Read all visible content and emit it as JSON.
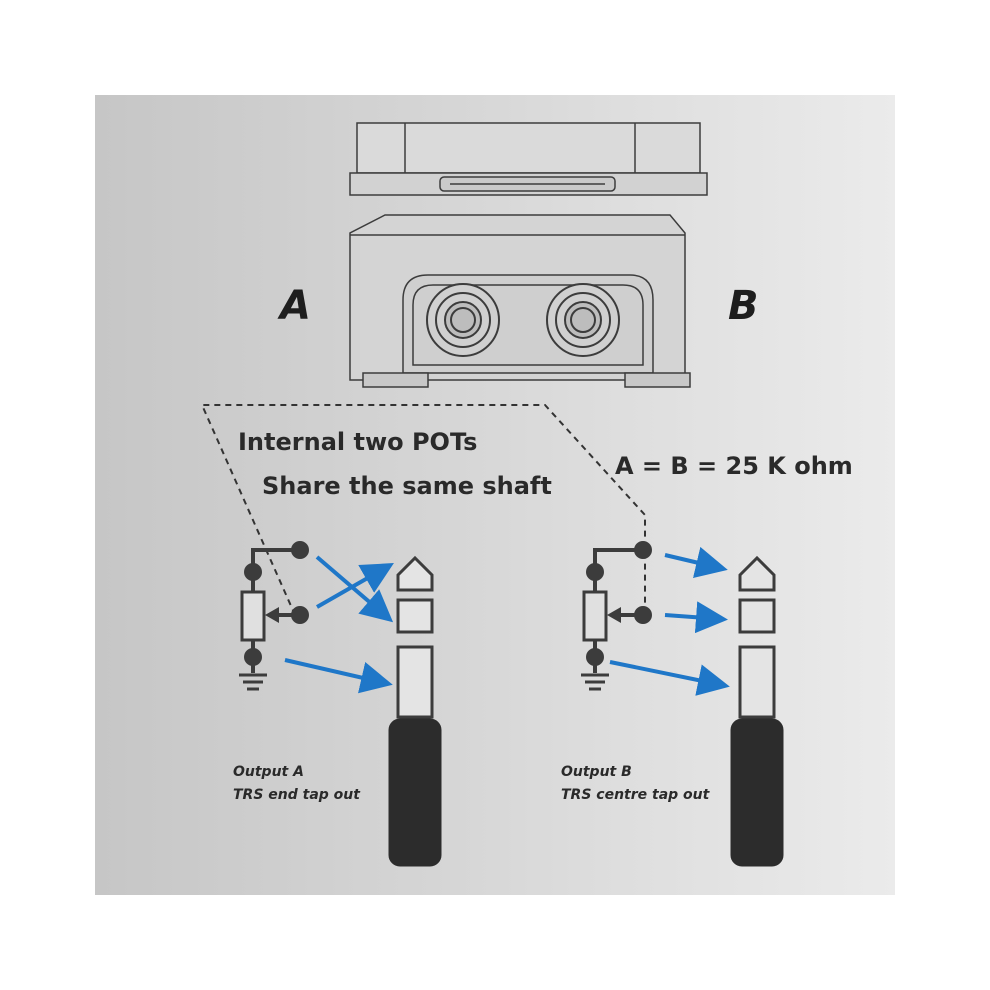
{
  "labels": {
    "side_a": "A",
    "side_b": "B",
    "pots_line1": "Internal two POTs",
    "pots_line2": "Share the same shaft",
    "resistance": "A = B = 25 K ohm",
    "output_a_line1": "Output A",
    "output_a_line2": "TRS end tap out",
    "output_b_line1": "Output B",
    "output_b_line2": "TRS centre tap out"
  },
  "colors": {
    "arrow": "#1f77c8",
    "outline": "#3c3c3c",
    "plug_handle": "#2c2c2c"
  },
  "icons": [
    "pedal-housing-icon",
    "jack-socket-icon",
    "potentiometer-icon",
    "ground-icon",
    "trs-plug-icon",
    "arrow-icon"
  ]
}
